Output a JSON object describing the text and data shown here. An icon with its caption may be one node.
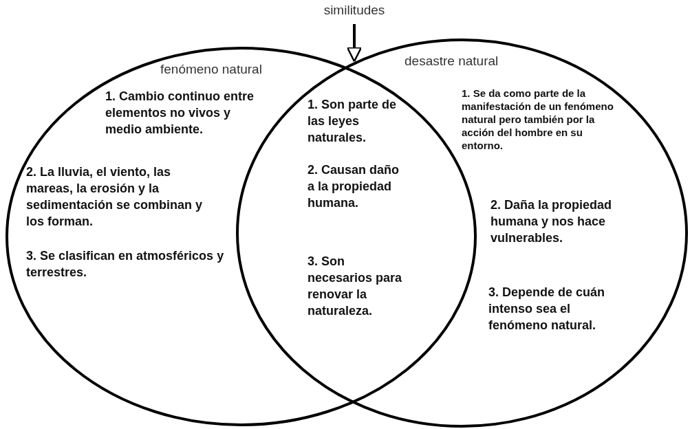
{
  "diagram": {
    "nodes": [
      {
        "text": [
          "fenómeno natural",
          "1. Cambio continuo entre elementos no vivos y medio ambiente.",
          "2. La lluvia, el viento, las mareas, la erosión y la sedimentación se combinan y los forman.",
          "3. Se clasifican en atmosféricos y terrestres."
        ]
      },
      {
        "text": [
          "desastre natural",
          "1. Se da como parte de la manifestación de un fenómeno natural pero también por la acción del hombre en su entorno.",
          "2. Daña la propiedad humana y nos hace vulnerables.",
          "3. Depende de cuán intenso sea el fenómeno natural."
        ]
      },
      {
        "text": [
          "similitudes"
        ]
      }
    ],
    "edges": [
      {
        "from": 2,
        "to": 1,
        "arrow": "to"
      }
    ],
    "labels": [
      "1. Son parte de las leyes naturales.",
      "2. Causan daño a la propiedad humana.",
      "3. Son necesarios para renovar la naturaleza."
    ]
  }
}
